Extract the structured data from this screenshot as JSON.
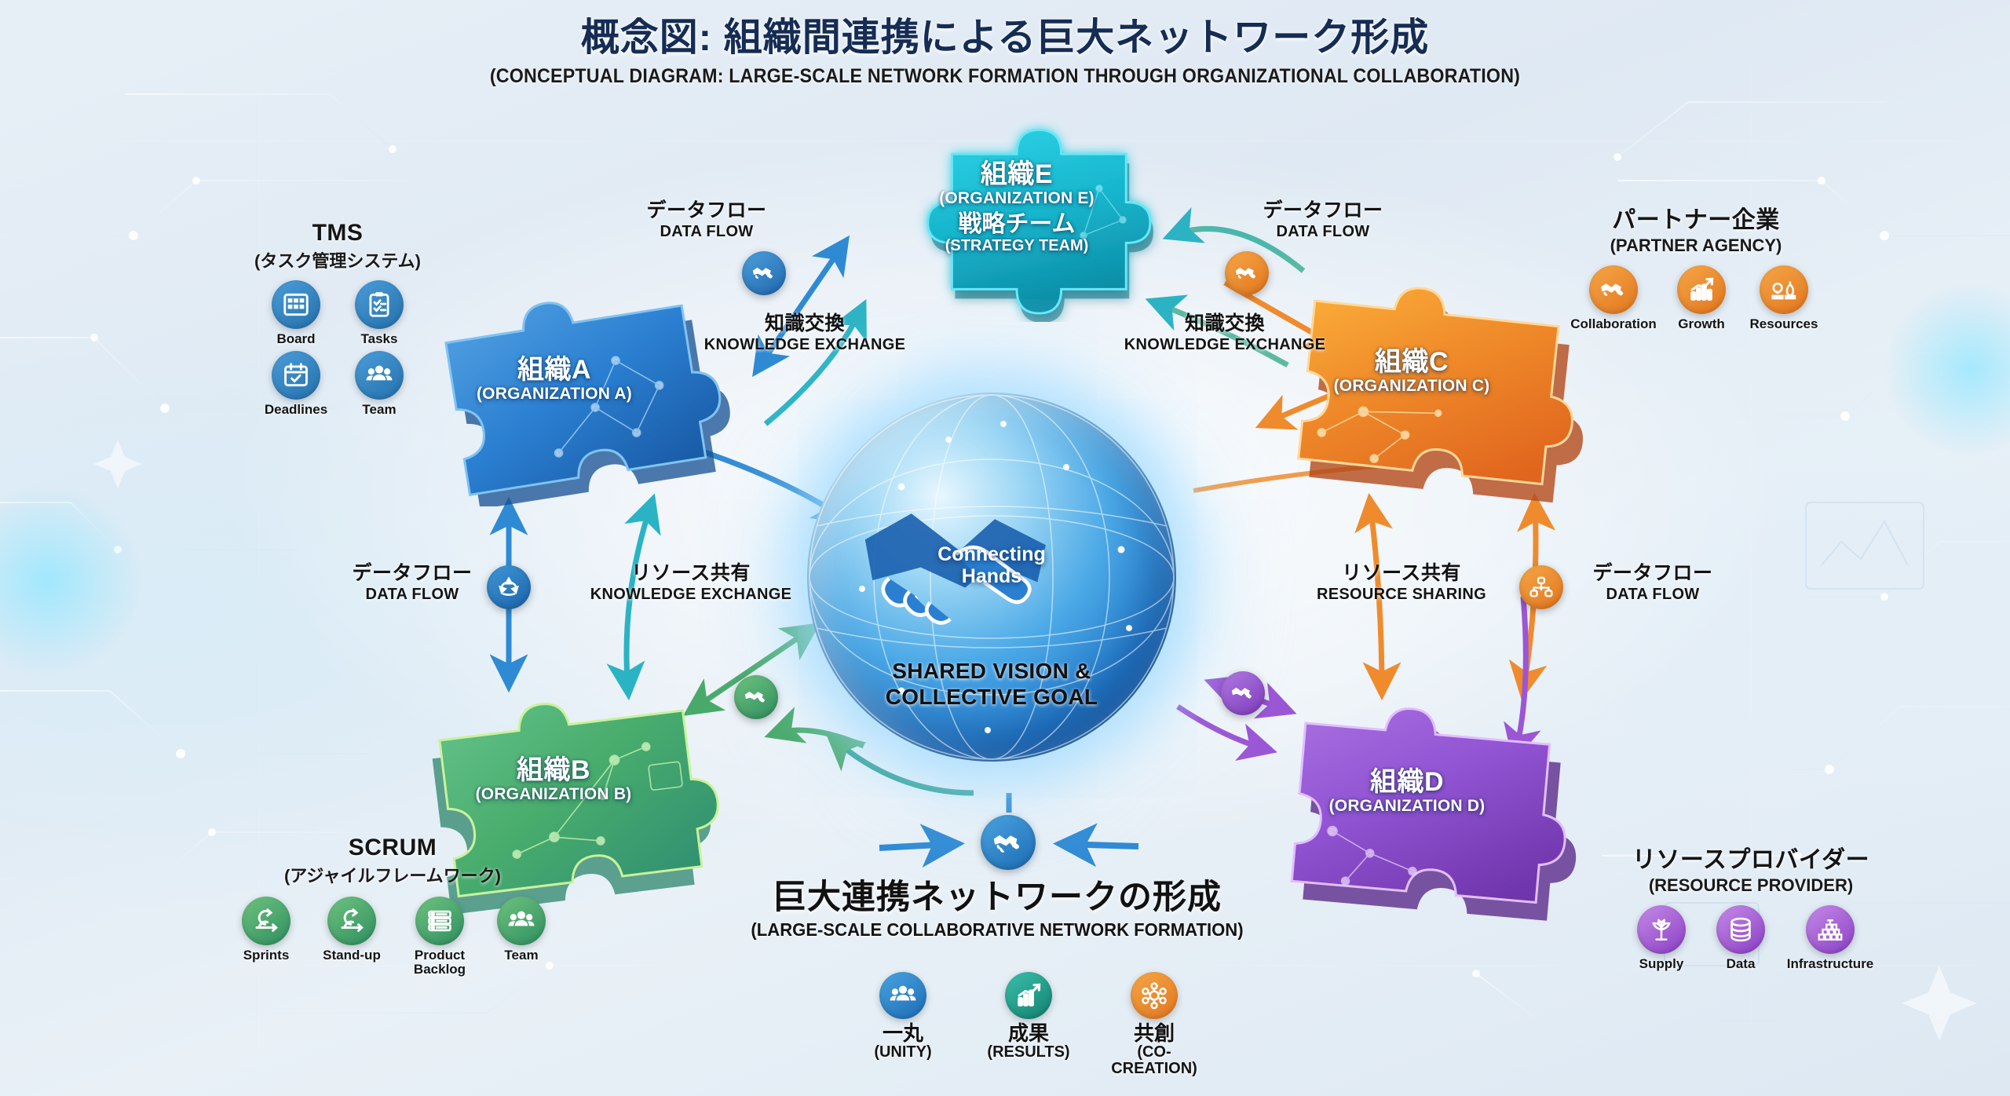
{
  "title": {
    "ja": "概念図: 組織間連携による巨大ネットワーク形成",
    "en": "(CONCEPTUAL DIAGRAM: LARGE-SCALE NETWORK FORMATION THROUGH ORGANIZATIONAL COLLABORATION)"
  },
  "center": {
    "handshake_label_line1": "Connecting",
    "handshake_label_line2": "Hands",
    "goal_line1": "SHARED VISION &",
    "goal_line2": "COLLECTIVE GOAL",
    "color": "#2f8ad4"
  },
  "pieces": [
    {
      "id": "org-a",
      "ja": "組織A",
      "en": "(ORGANIZATION A)",
      "ja2": "",
      "en2": "",
      "color": "#2b7fd1",
      "color_dark": "#1a5ca8"
    },
    {
      "id": "org-b",
      "ja": "組織B",
      "en": "(ORGANIZATION B)",
      "ja2": "",
      "en2": "",
      "color": "#4fae6e",
      "color_dark": "#2c8a56"
    },
    {
      "id": "org-c",
      "ja": "組織C",
      "en": "(ORGANIZATION C)",
      "ja2": "",
      "en2": "",
      "color": "#f08c2a",
      "color_dark": "#c25a1c"
    },
    {
      "id": "org-d",
      "ja": "組織D",
      "en": "(ORGANIZATION D)",
      "ja2": "",
      "en2": "",
      "color": "#9255d4",
      "color_dark": "#6b34a8"
    },
    {
      "id": "org-e",
      "ja": "組織E",
      "en": "(ORGANIZATION E)",
      "ja2": "戦略チーム",
      "en2": "(STRATEGY TEAM)",
      "color": "#17b8cd",
      "color_dark": "#0e8497"
    }
  ],
  "clusters": {
    "tms": {
      "ja": "TMS",
      "en": "(タスク管理システム)",
      "color": "#2e85c8",
      "items": [
        {
          "label": "Board",
          "icon": "board-icon"
        },
        {
          "label": "Tasks",
          "icon": "clipboard-check-icon"
        },
        {
          "label": "Deadlines",
          "icon": "calendar-check-icon"
        },
        {
          "label": "Team",
          "icon": "people-icon"
        }
      ]
    },
    "scrum": {
      "ja": "SCRUM",
      "en": "(アジャイルフレームワーク)",
      "color": "#4aa963",
      "items": [
        {
          "label": "Sprints",
          "icon": "sprint-loop-icon"
        },
        {
          "label": "Stand-up",
          "icon": "sprint-loop-icon"
        },
        {
          "label": "Product\nBacklog",
          "icon": "backlog-list-icon"
        },
        {
          "label": "Team",
          "icon": "people-icon"
        }
      ]
    },
    "partner": {
      "ja": "パートナー企業",
      "en": "(PARTNER AGENCY)",
      "color": "#ef8b2c",
      "items": [
        {
          "label": "Collaboration",
          "icon": "handshake-icon"
        },
        {
          "label": "Growth",
          "icon": "growth-chart-icon"
        },
        {
          "label": "Resources",
          "icon": "resources-icon"
        }
      ]
    },
    "resource": {
      "ja": "リソースプロバイダー",
      "en": "(RESOURCE PROVIDER)",
      "color": "#9b56d6",
      "items": [
        {
          "label": "Supply",
          "icon": "plant-supply-icon"
        },
        {
          "label": "Data",
          "icon": "database-icon"
        },
        {
          "label": "Infrastructure",
          "icon": "infrastructure-icon"
        }
      ]
    }
  },
  "connectors": [
    {
      "id": "conn-tl-dataflow",
      "ja": "データフロー",
      "en": "DATA FLOW"
    },
    {
      "id": "conn-tl-knowledge",
      "ja": "知識交換",
      "en": "KNOWLEDGE EXCHANGE"
    },
    {
      "id": "conn-tr-dataflow",
      "ja": "データフロー",
      "en": "DATA FLOW"
    },
    {
      "id": "conn-tr-knowledge",
      "ja": "知識交換",
      "en": "KNOWLEDGE EXCHANGE"
    },
    {
      "id": "conn-ml-dataflow",
      "ja": "データフロー",
      "en": "DATA FLOW"
    },
    {
      "id": "conn-ml-resource",
      "ja": "リソース共有",
      "en": "KNOWLEDGE EXCHANGE"
    },
    {
      "id": "conn-mr-resource",
      "ja": "リソース共有",
      "en": "RESOURCE SHARING"
    },
    {
      "id": "conn-mr-dataflow",
      "ja": "データフロー",
      "en": "DATA FLOW"
    }
  ],
  "bottom": {
    "ja": "巨大連携ネットワークの形成",
    "en": "(LARGE-SCALE COLLABORATIVE NETWORK FORMATION)",
    "icons": [
      {
        "ja": "一丸",
        "en": "(UNITY)",
        "icon": "people-icon",
        "color": "#2f86cc"
      },
      {
        "ja": "成果",
        "en": "(RESULTS)",
        "icon": "growth-chart-icon",
        "color": "#21a08f"
      },
      {
        "ja": "共創",
        "en": "(CO-CREATION)",
        "icon": "network-ring-icon",
        "color": "#ef8b2c"
      }
    ]
  }
}
